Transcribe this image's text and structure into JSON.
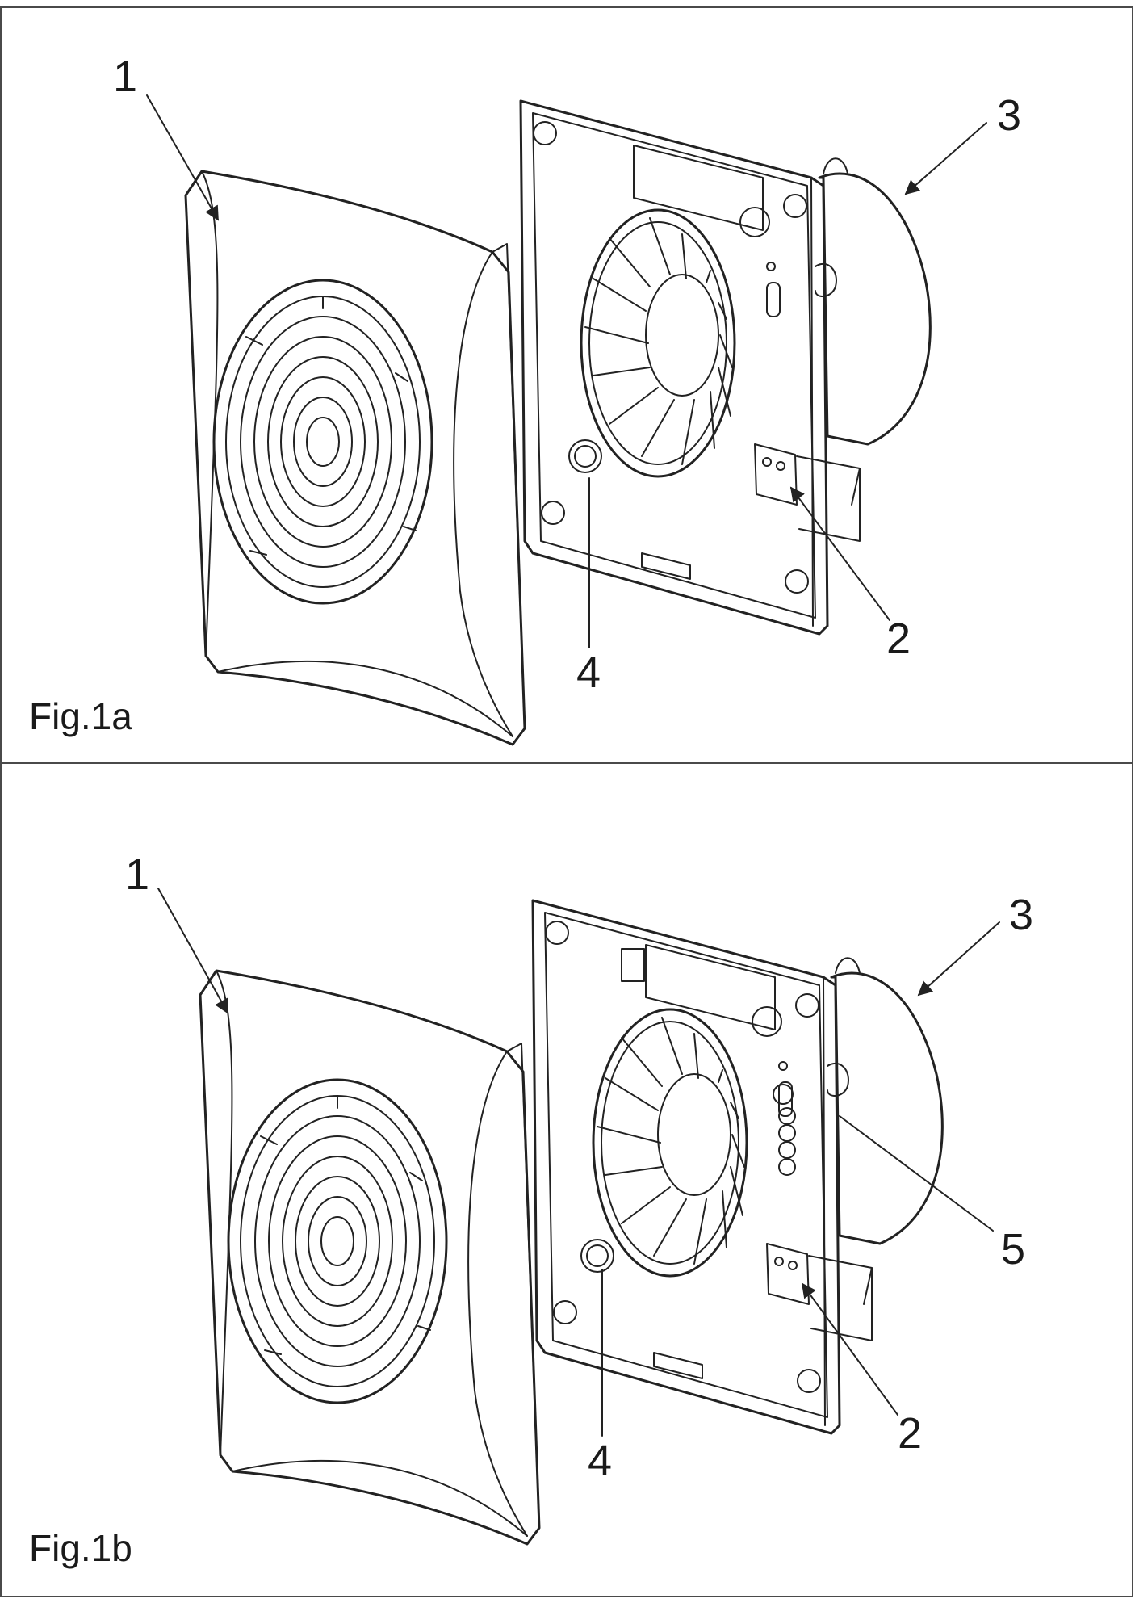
{
  "panels": [
    {
      "figure_label": "Fig.1a",
      "callouts": {
        "c1": "1",
        "c2": "2",
        "c3": "3",
        "c4": "4"
      }
    },
    {
      "figure_label": "Fig.1b",
      "callouts": {
        "c1": "1",
        "c2": "2",
        "c3": "3",
        "c4": "4",
        "c5": "5"
      }
    }
  ],
  "colors": {
    "line": "#222222",
    "frame": "#4a4a4a",
    "background": "#ffffff"
  }
}
